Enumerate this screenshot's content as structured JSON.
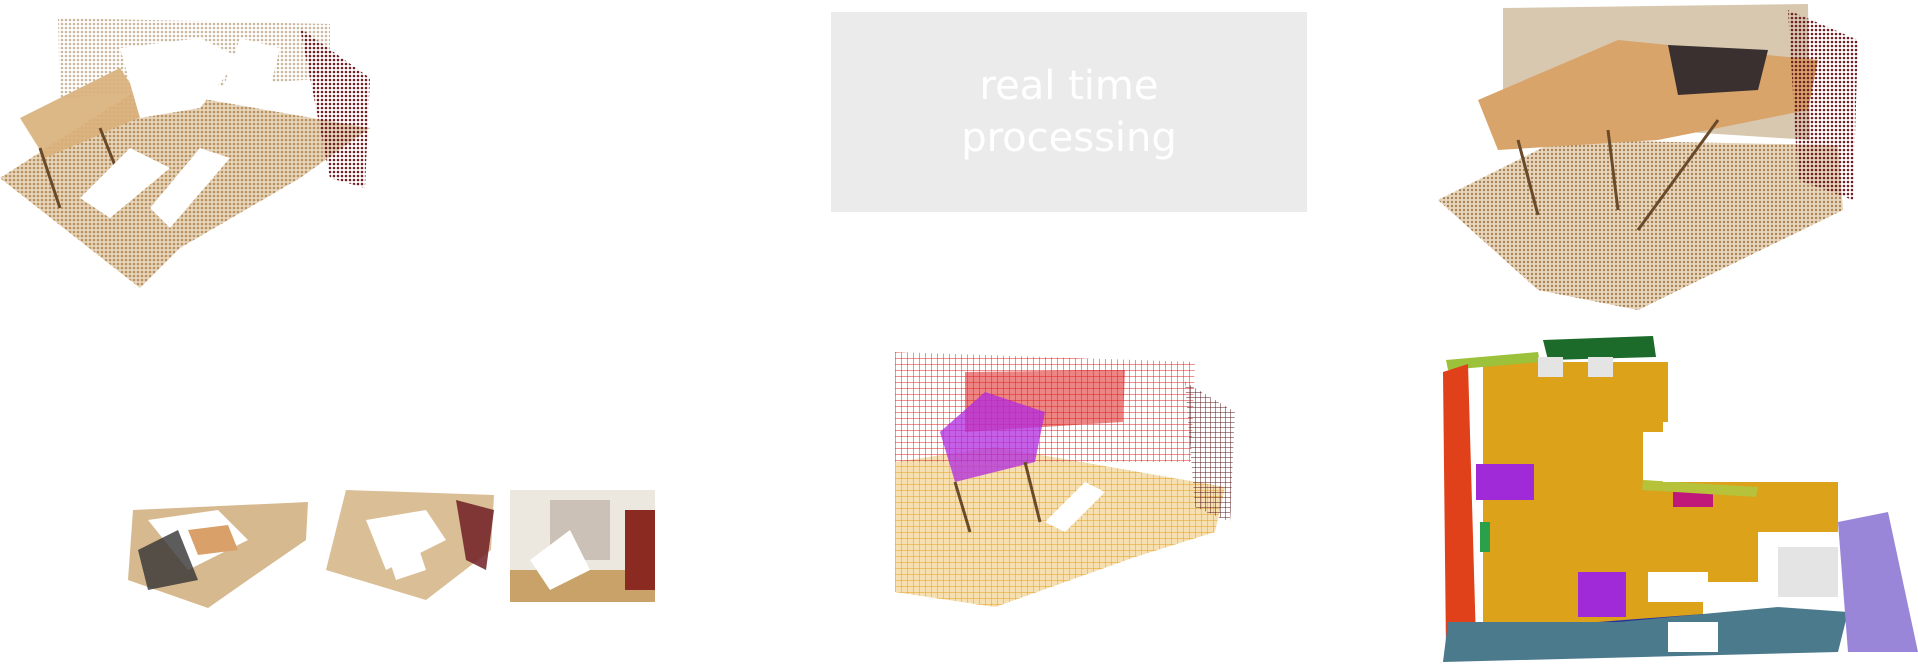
{
  "center_box": {
    "label": "real time processing"
  },
  "panels": {
    "input_pointcloud": "colored point cloud of room corner with table",
    "frames": [
      "frame 1",
      "frame 2",
      "frame 3"
    ],
    "merged_pointcloud": "merged point cloud",
    "plane_detection": "detected planes overlay",
    "plane_map": "top-down colored plane map"
  },
  "colors": {
    "box_bg": "#ebebeb",
    "floor": "#c9a26a",
    "wall_dark": "#6e1f24",
    "plane_red": "#e02020",
    "plane_magenta": "#b02ae0",
    "plane_orange": "#e6a21e",
    "map_yellow": "#dba21a",
    "map_red": "#e0401a",
    "map_purple": "#a02ad8",
    "map_green": "#1c6b2a",
    "map_lightgreen": "#9bc23a",
    "map_teal": "#4a7a8c",
    "map_lavender": "#9a86d8",
    "map_blue": "#2432a0"
  }
}
